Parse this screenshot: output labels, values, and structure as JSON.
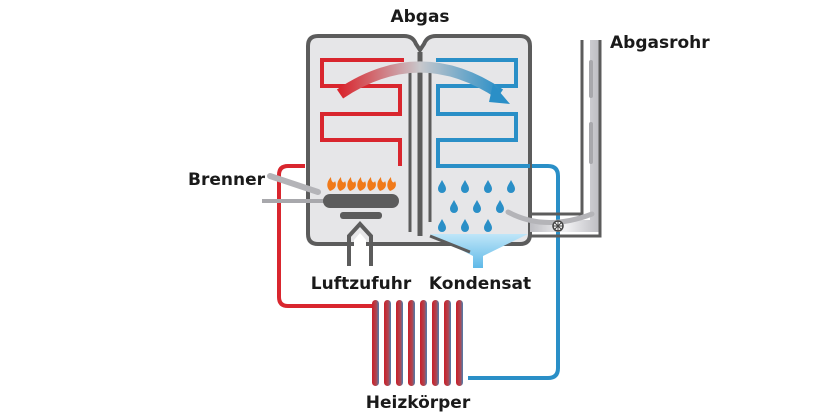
{
  "labels": {
    "exhaust": "Abgas",
    "flue_pipe": "Abgasrohr",
    "burner": "Brenner",
    "air_supply": "Luftzufuhr",
    "condensate": "Kondensat",
    "radiator": "Heizkörper"
  },
  "colors": {
    "hot": "#d9262e",
    "cold": "#2a8fc7",
    "housing": "#5c5c5c",
    "housing_fill": "#e6e6e8",
    "flame": "#f07a1a",
    "droplet": "#2a8fc7",
    "condensate": "#7cc8ee"
  },
  "icons": {
    "burner": "flame-icon",
    "condensate": "water-droplet-icon",
    "fan": "fan-icon"
  }
}
